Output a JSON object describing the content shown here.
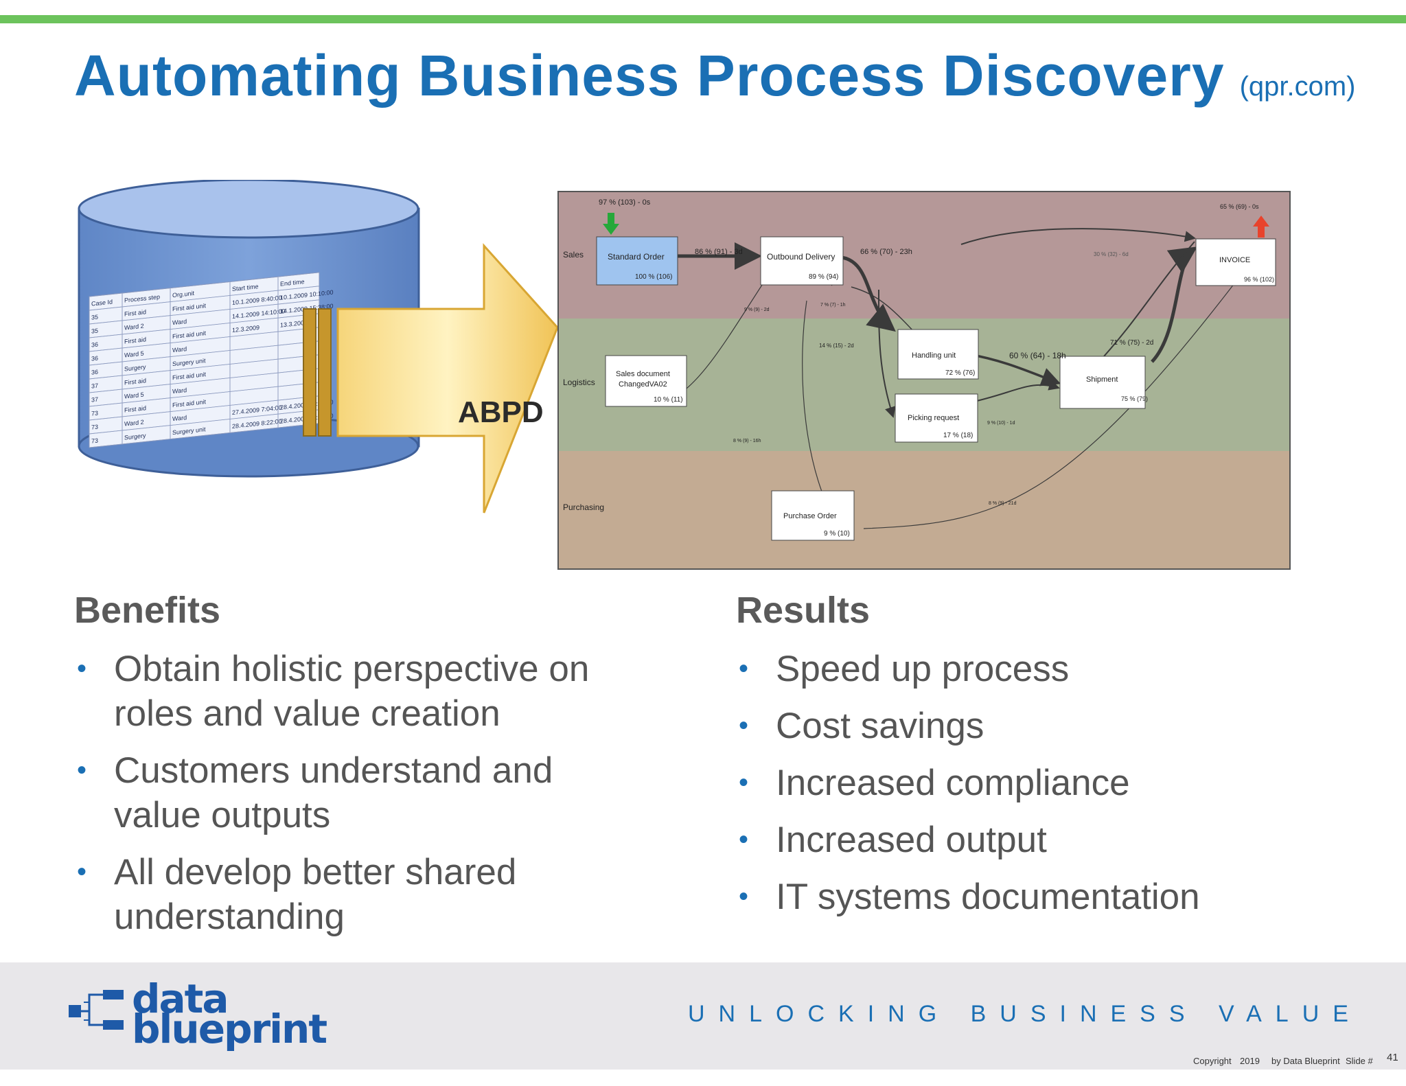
{
  "slide": {
    "title": "Automating Business Process Discovery",
    "title_source": "(qpr.com)"
  },
  "figure": {
    "table_headers": [
      "Case Id",
      "Process step",
      "Org.unit",
      "Start time",
      "End time"
    ],
    "table_rows": [
      [
        "35",
        "First aid",
        "First aid unit",
        "10.1.2009 8:40:00",
        "10.1.2009 10:10:00"
      ],
      [
        "35",
        "Ward 2",
        "Ward",
        "14.1.2009 14:10:00",
        "14.1.2009 15:38:00"
      ],
      [
        "36",
        "First aid",
        "First aid unit",
        "12.3.2009",
        "13.3.2009"
      ],
      [
        "36",
        "Ward 5",
        "Ward",
        "",
        ""
      ],
      [
        "36",
        "Surgery",
        "Surgery unit",
        "",
        ""
      ],
      [
        "37",
        "First aid",
        "First aid unit",
        "",
        ""
      ],
      [
        "37",
        "Ward 5",
        "Ward",
        "",
        ""
      ],
      [
        "73",
        "First aid",
        "First aid unit",
        "",
        ""
      ],
      [
        "73",
        "Ward 2",
        "Ward",
        "27.4.2009 7:04:00",
        "28.4.2009 12:14:00"
      ],
      [
        "73",
        "Surgery",
        "Surgery unit",
        "28.4.2009 8:22:00",
        "28.4.2009 10:45:00"
      ]
    ],
    "arrow_label": "ABPD",
    "lanes": [
      "Sales",
      "Logistics",
      "Purchasing"
    ],
    "nodes": [
      {
        "name": "Standard Order",
        "stat": "100 % (106)"
      },
      {
        "name": "Outbound Delivery",
        "stat": "89 % (94)"
      },
      {
        "name": "INVOICE",
        "stat": "96 % (102)"
      },
      {
        "name": "Sales document",
        "name2": "ChangedVA02",
        "stat": "10 % (11)"
      },
      {
        "name": "Handling unit",
        "stat": "72 % (76)"
      },
      {
        "name": "Picking request",
        "stat": "17 % (18)"
      },
      {
        "name": "Shipment",
        "stat": "75 % (79)"
      },
      {
        "name": "Purchase Order",
        "stat": "9 % (10)"
      }
    ],
    "edge_labels": [
      "97 % (103) - 0s",
      "86 % (91) - 3d",
      "66 % (70) - 23h",
      "65 % (69) - 0s",
      "30 % (32) - 6d",
      "9 % (9) - 2d",
      "7 % (7) - 1h",
      "14 % (15) - 2d",
      "60 % (64) - 18h",
      "71 % (75) - 2d",
      "9 % (10) - 1d",
      "8 % (9) - 16h",
      "8 % (9) - 21d"
    ],
    "colors": {
      "sales": "#b59898",
      "logistics": "#a7b396",
      "purchasing": "#c3ab93",
      "start": "#26a83a",
      "end": "#e8432c"
    }
  },
  "benefits": {
    "heading": "Benefits",
    "items": [
      [
        "Obtain holistic perspective on",
        "roles and value creation"
      ],
      [
        "Customers understand and",
        "value outputs"
      ],
      [
        "All develop better shared",
        "understanding"
      ]
    ]
  },
  "results": {
    "heading": "Results",
    "items": [
      "Speed up process",
      "Cost savings",
      "Increased compliance",
      "Increased output",
      "IT systems documentation"
    ]
  },
  "footer": {
    "logo_line1": "data",
    "logo_line2": "blueprint",
    "tagline": "UNLOCKING BUSINESS VALUE",
    "copyright": "Copyright",
    "year": "2019",
    "by": "by Data Blueprint",
    "slide_label": "Slide #",
    "slide_number": "41"
  }
}
